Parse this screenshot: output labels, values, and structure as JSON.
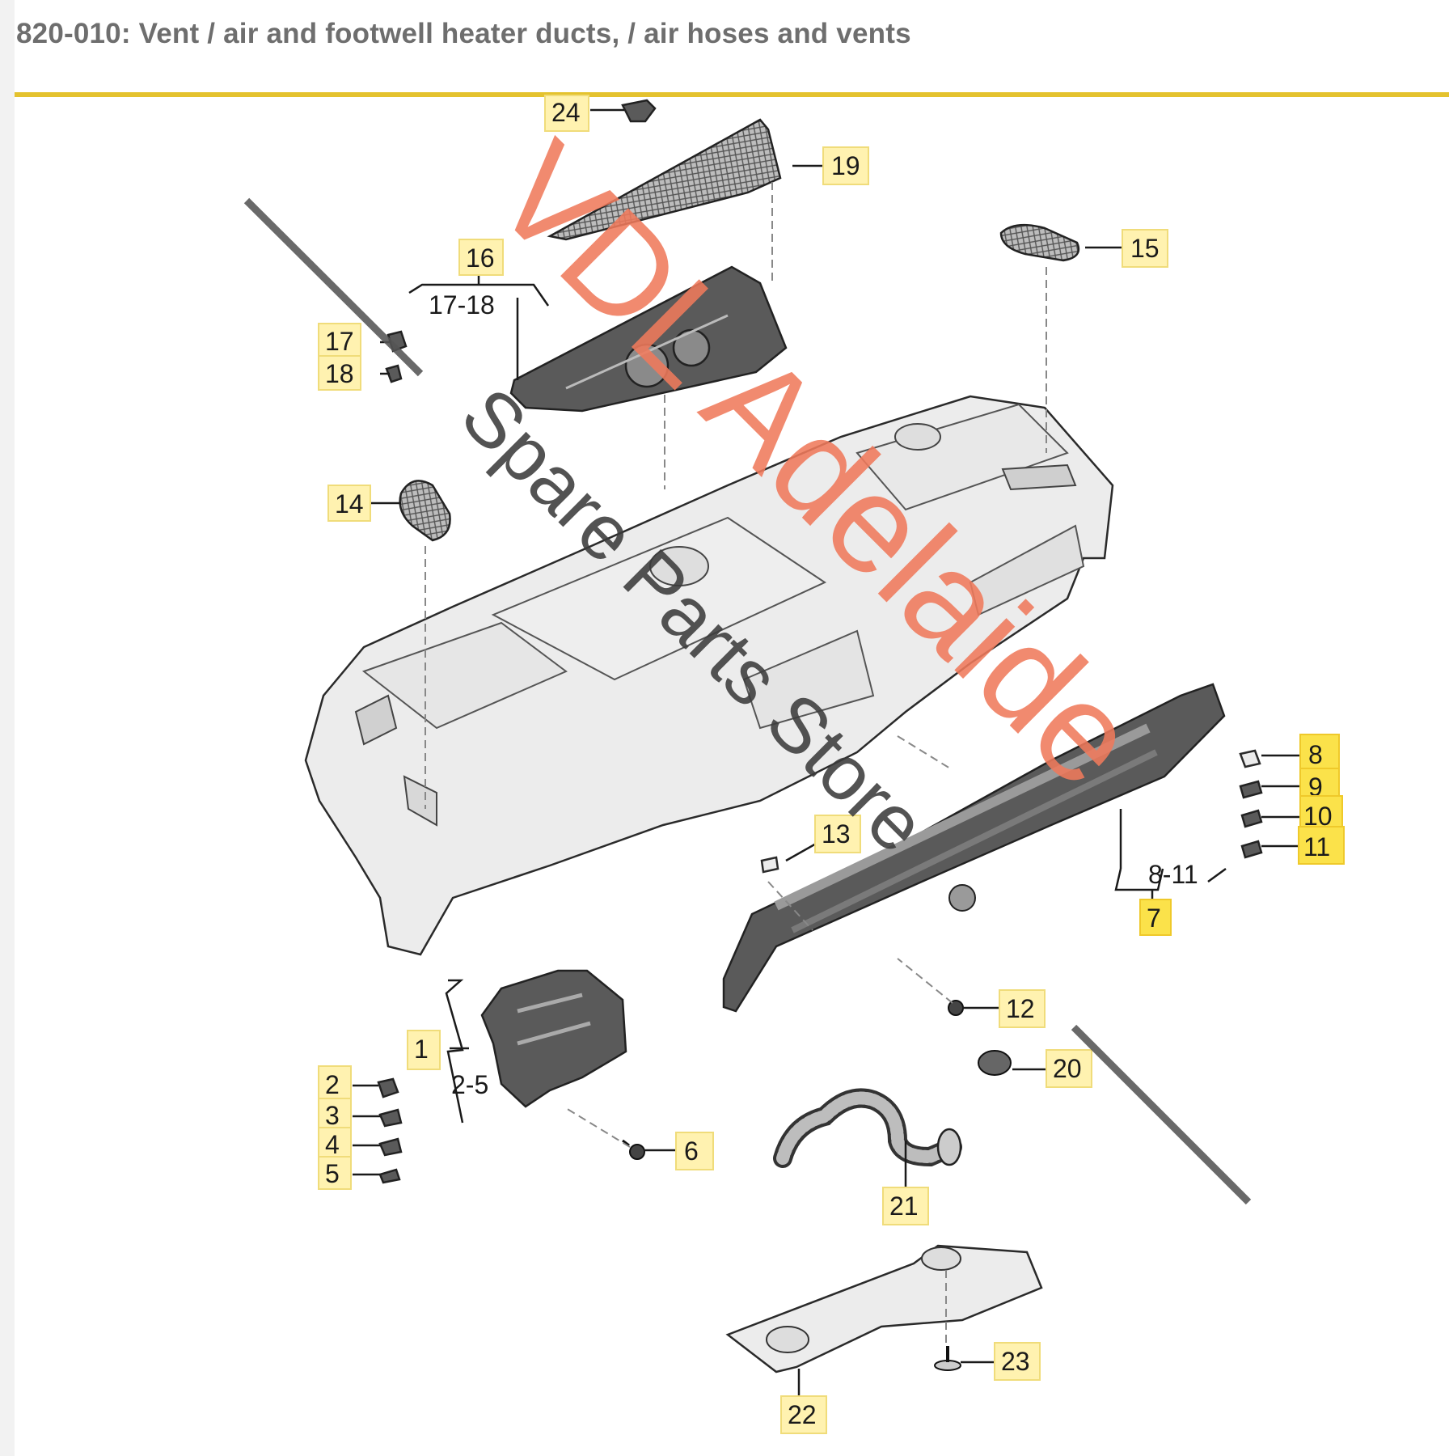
{
  "header": {
    "title": "820-010: Vent / air and footwell heater ducts, / air hoses and vents",
    "accent_color": "#e4c22e"
  },
  "callouts": {
    "c1": "1",
    "c2": "2",
    "c3": "3",
    "c4": "4",
    "c5": "5",
    "c6": "6",
    "c7": "7",
    "c8": "8",
    "c9": "9",
    "c10": "10",
    "c11": "11",
    "c12": "12",
    "c13": "13",
    "c14": "14",
    "c15": "15",
    "c16": "16",
    "c17": "17",
    "c18": "18",
    "c19": "19",
    "c20": "20",
    "c21": "21",
    "c22": "22",
    "c23": "23",
    "c24": "24",
    "g17_18": "17-18",
    "g2_5": "2-5",
    "g8_11": "8-11"
  },
  "watermark": {
    "line1": "VDL Adelaide",
    "line2": "Spare Parts Store",
    "line1_color": "#f07a5c",
    "line2_color": "#3c3c3c"
  },
  "highlighted_callouts": [
    "7",
    "8",
    "9",
    "10",
    "11"
  ]
}
